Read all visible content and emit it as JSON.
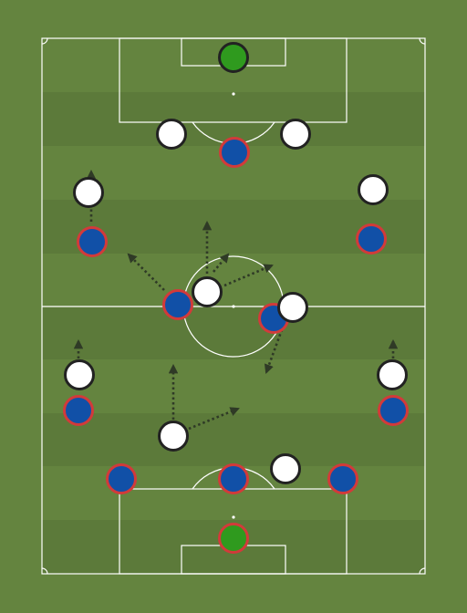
{
  "colors": {
    "grass": "#64843f",
    "stripe": "#5c7a3a",
    "lines": "#ffffff",
    "home_fill": "#1150a7",
    "home_ring": "#d23a3a",
    "away_fill": "#ffffff",
    "away_ring": "#222222",
    "keeper_fill": "#2f9a1e",
    "arrow": "#2f3a26"
  },
  "icons": {
    "home_player": "blue-disc-red-ring",
    "away_player": "white-disc-dark-ring",
    "goalkeeper": "green-disc",
    "movement": "dotted-arrow"
  }
}
